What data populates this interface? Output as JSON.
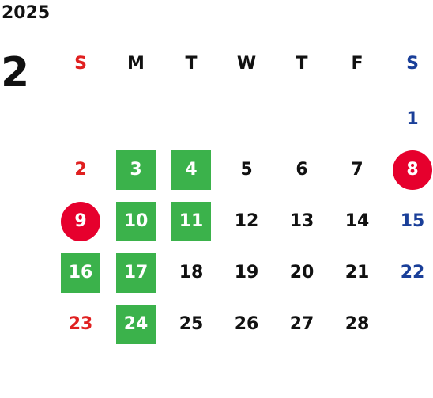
{
  "calendar": {
    "year": "2025",
    "month": "2",
    "weekdays": [
      "S",
      "M",
      "T",
      "W",
      "T",
      "F",
      "S"
    ],
    "weeks": [
      [
        "",
        "",
        "",
        "",
        "",
        "",
        "1"
      ],
      [
        "2",
        "3",
        "4",
        "5",
        "6",
        "7",
        "8"
      ],
      [
        "9",
        "10",
        "11",
        "12",
        "13",
        "14",
        "15"
      ],
      [
        "16",
        "17",
        "18",
        "19",
        "20",
        "21",
        "22"
      ],
      [
        "23",
        "24",
        "25",
        "26",
        "27",
        "28",
        ""
      ]
    ],
    "highlight_squares": [
      "3",
      "4",
      "10",
      "11",
      "16",
      "17",
      "24"
    ],
    "highlight_circles": [
      "8",
      "9"
    ],
    "colors": {
      "sunday": "#e02020",
      "saturday": "#1a3f99",
      "weekday": "#111111",
      "square_fill": "#3bb24b",
      "circle_fill": "#e6002d"
    }
  }
}
